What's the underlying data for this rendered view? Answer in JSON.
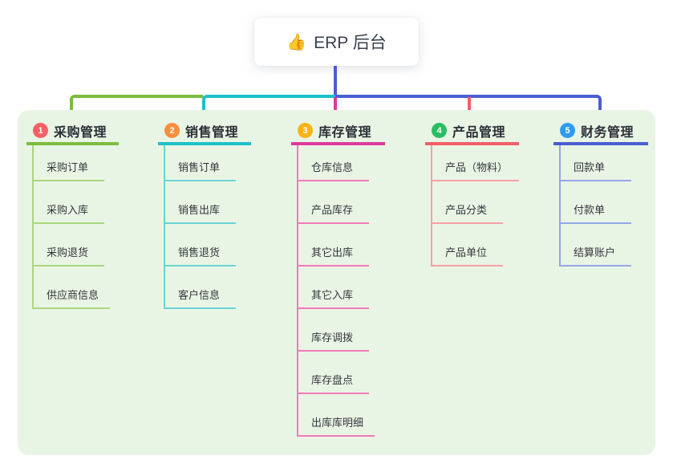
{
  "root_node": {
    "emoji": "👍",
    "label": "ERP 后台"
  },
  "panel": {
    "background": "#e9f5e4"
  },
  "connector_colors": {
    "root_blue": "#4a5ed2",
    "green": "#7cbc3f",
    "teal": "#1dc1ca",
    "magenta": "#dd3a9c",
    "red": "#f15f68"
  },
  "branches": [
    {
      "num": "1",
      "title": "采购管理",
      "badge_color": "#f75f66",
      "line_color": "#7cbc3f",
      "child_line_color": "#a9d77d",
      "children": [
        "采购订单",
        "采购入库",
        "采购退货",
        "供应商信息"
      ]
    },
    {
      "num": "2",
      "title": "销售管理",
      "badge_color": "#fb8e3c",
      "line_color": "#1dc1ca",
      "child_line_color": "#6bd3d8",
      "children": [
        "销售订单",
        "销售出库",
        "销售退货",
        "客户信息"
      ]
    },
    {
      "num": "3",
      "title": "库存管理",
      "badge_color": "#fcb315",
      "line_color": "#dd3a9c",
      "child_line_color": "#ef7cb8",
      "children": [
        "仓库信息",
        "产品库存",
        "其它出库",
        "其它入库",
        "库存调拨",
        "库存盘点",
        "出库库明细"
      ]
    },
    {
      "num": "4",
      "title": "产品管理",
      "badge_color": "#2cbd62",
      "line_color": "#f15f68",
      "child_line_color": "#f7a1a4",
      "children": [
        "产品（物料）",
        "产品分类",
        "产品单位"
      ]
    },
    {
      "num": "5",
      "title": "财务管理",
      "badge_color": "#2f9cf0",
      "line_color": "#4a5ed2",
      "child_line_color": "#94a5e8",
      "children": [
        "回款单",
        "付款单",
        "结算账户"
      ]
    }
  ]
}
